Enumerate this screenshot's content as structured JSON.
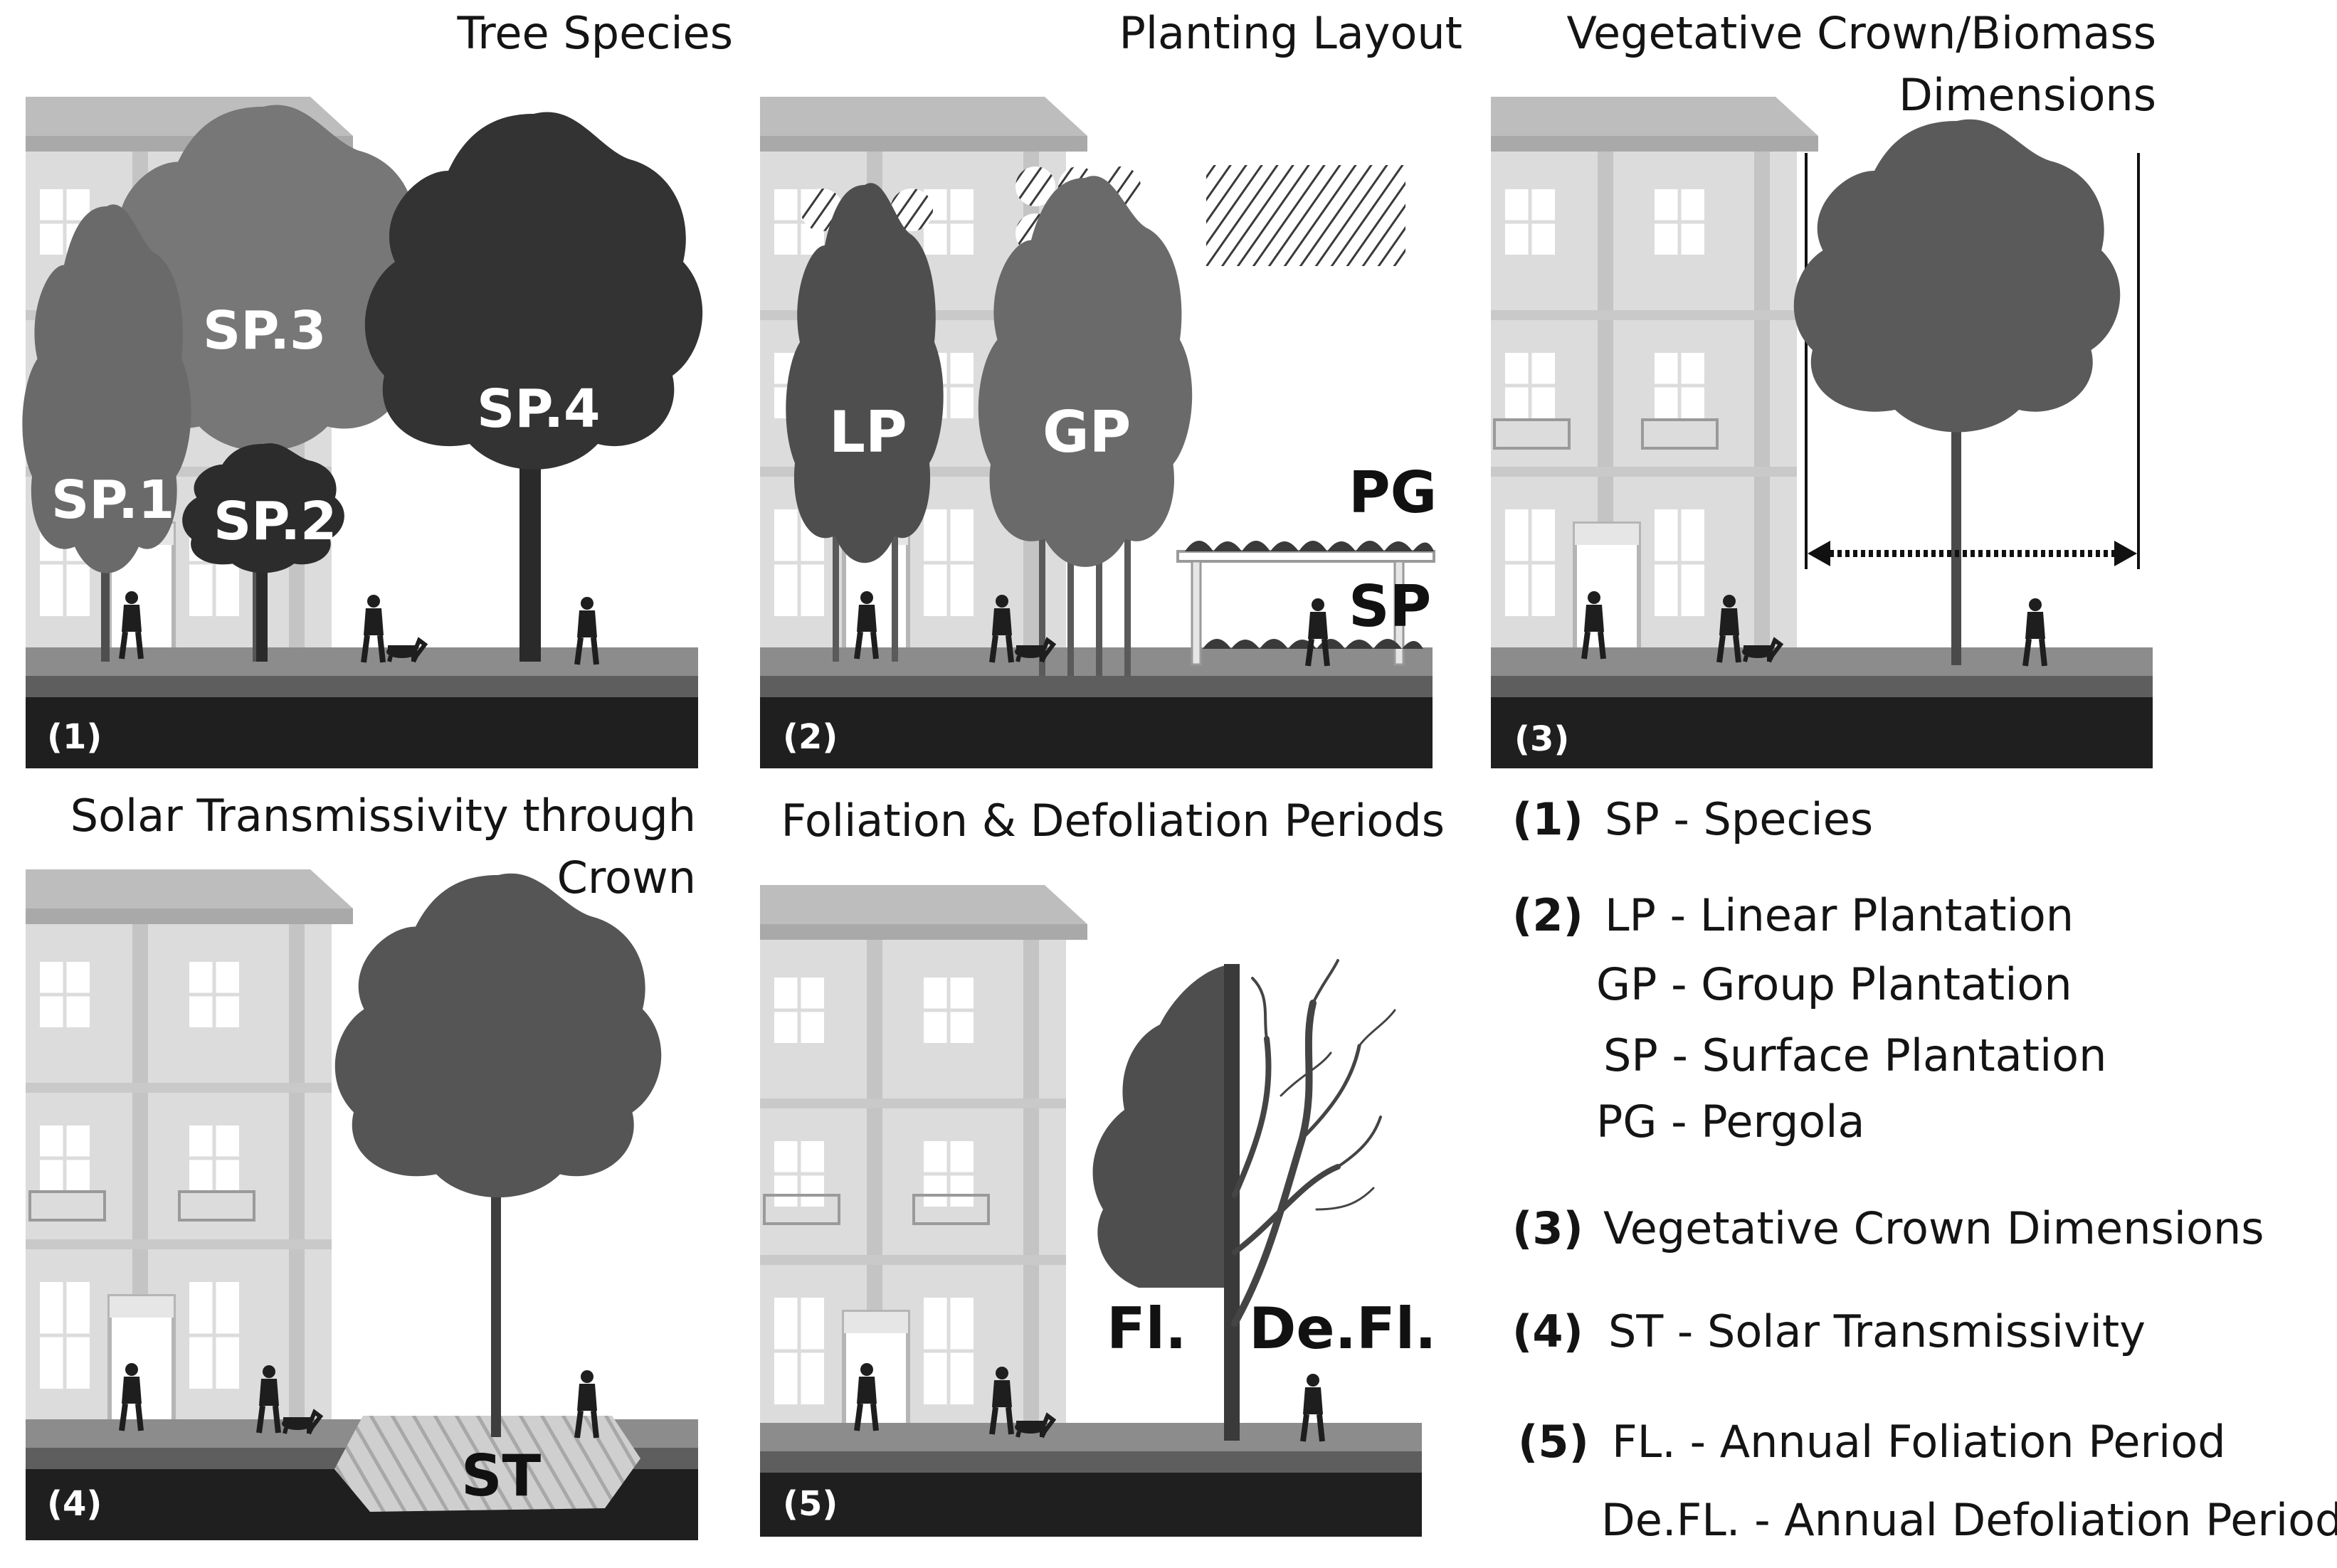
{
  "panels": [
    {
      "number": "(1)",
      "title_lines": [
        "Tree Species"
      ]
    },
    {
      "number": "(2)",
      "title_lines": [
        "Planting Layout"
      ]
    },
    {
      "number": "(3)",
      "title_lines": [
        "Vegetative Crown/Biomass",
        "Dimensions"
      ]
    },
    {
      "number": "(4)",
      "title_lines": [
        "Solar Transmissivity through",
        "Crown"
      ]
    },
    {
      "number": "(5)",
      "title_lines": [
        "Foliation & Defoliation Periods"
      ]
    }
  ],
  "species_labels": [
    "SP.1",
    "SP.2",
    "SP.3",
    "SP.4"
  ],
  "layout_labels": [
    "LP",
    "GP",
    "PG",
    "SP"
  ],
  "transmissivity_label": "ST",
  "foliation_labels": [
    "Fl.",
    "De.Fl."
  ],
  "legend": [
    {
      "tag": "(1)",
      "text": "SP - Species"
    },
    {
      "tag": "(2)",
      "text": "LP - Linear Plantation"
    },
    {
      "tag": "",
      "text": "GP - Group Plantation"
    },
    {
      "tag": "",
      "text": "SP - Surface Plantation"
    },
    {
      "tag": "",
      "text": "PG - Pergola"
    },
    {
      "tag": "(3)",
      "text": "Vegetative Crown Dimensions"
    },
    {
      "tag": "(4)",
      "text": "ST - Solar Transmissivity"
    },
    {
      "tag": "(5)",
      "text": "FL. - Annual Foliation Period"
    },
    {
      "tag": "",
      "text": "De.FL. - Annual Defoliation Period"
    }
  ],
  "colors": {
    "building_light": "#dcdcdc",
    "building_mid": "#c4c4c4",
    "window": "#ffffff",
    "tree_dark": "#2e2e2e",
    "tree_mid": "#555555",
    "tree_light": "#707070",
    "road": "#1f1f1f",
    "sidewalk": "#8c8c8c"
  },
  "icons": [
    "building-icon",
    "tree-icon",
    "pedestrian-icon",
    "dog-icon",
    "pergola-icon",
    "dimension-arrow-icon",
    "hatch-shadow-icon",
    "bare-branch-icon"
  ]
}
